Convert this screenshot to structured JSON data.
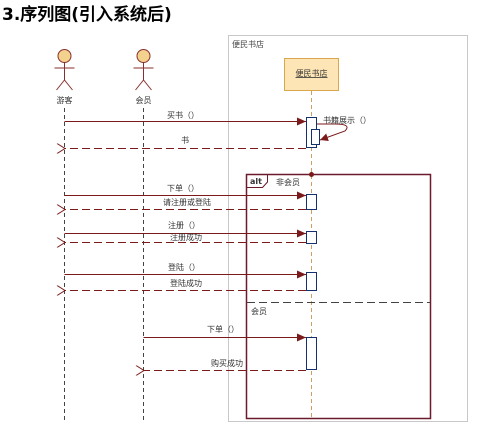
{
  "title": "3.序列图(引入系统后)",
  "colors": {
    "message": "#7a1a1a",
    "frame": "#6b1b2b",
    "lifeline_dash": "#c8a060",
    "system_fill": "#fde5b5",
    "system_border": "#d9a84e",
    "activation": "#16306e",
    "actor_head": "#f2d28c",
    "actor_stroke": "#8a2f2f",
    "self_call": "#c0c0c0"
  },
  "diagram": {
    "boundary_label": "便民书店",
    "system_lifeline": "便民书店",
    "actors": [
      {
        "id": "visitor",
        "label": "游客"
      },
      {
        "id": "member",
        "label": "会员"
      }
    ],
    "self_message": "书籍展示（）",
    "messages": [
      {
        "id": "buy-book",
        "label": "买书（）",
        "style": "solid"
      },
      {
        "id": "return-book",
        "label": "书",
        "style": "dashed"
      },
      {
        "id": "order-visitor",
        "label": "下单（）",
        "style": "solid"
      },
      {
        "id": "ask-login",
        "label": "请注册或登陆",
        "style": "dashed"
      },
      {
        "id": "register",
        "label": "注册（）",
        "style": "solid"
      },
      {
        "id": "register-ok",
        "label": "注册成功",
        "style": "dashed"
      },
      {
        "id": "login",
        "label": "登陆（）",
        "style": "solid"
      },
      {
        "id": "login-ok",
        "label": "登陆成功",
        "style": "dashed"
      },
      {
        "id": "order-member",
        "label": "下单（）",
        "style": "solid"
      },
      {
        "id": "buy-ok",
        "label": "购买成功",
        "style": "dashed"
      }
    ],
    "fragment": {
      "operator": "alt",
      "guard_1": "非会员",
      "guard_2": "会员"
    }
  }
}
